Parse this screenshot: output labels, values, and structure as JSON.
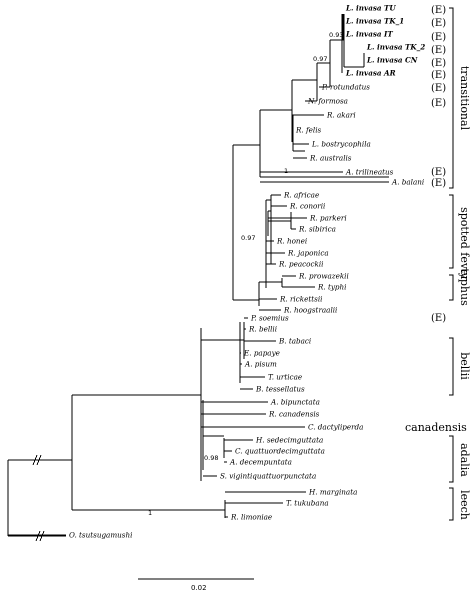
{
  "tree": {
    "taxa": [
      "L. invasa TU",
      "L. invasa TK_1",
      "L. invasa IT",
      "L. invasa TK_2",
      "L. invasa CN",
      "L. invasa AR",
      "P. rotundatus",
      "N. formosa",
      "R. akari",
      "R. felis",
      "L. bostrycophila",
      "R. australis",
      "A. trilineatus",
      "A. balani",
      "R. africae",
      "R. conorii",
      "R. parkeri",
      "R. sibirica",
      "R. honei",
      "R. japonica",
      "R. peacockii",
      "R. prowazekii",
      "R. typhi",
      "R. rickettsii",
      "R. hoogstraalii",
      "P. soemius",
      "R. bellii",
      "B. tabaci",
      "E. papaye",
      "A. pisum",
      "T. urticae",
      "B. tessellatus",
      "A. bipunctata",
      "R. canadensis",
      "C. dactyliperda",
      "H. sedecimguttata",
      "C. quattuordecimguttata",
      "A. decempuntata",
      "S. vigintiquattuorpunctata",
      "H. marginata",
      "T. tukubana",
      "R. limoniae",
      "O. tsutsugamushi"
    ],
    "support_values": [
      "0.93",
      "0.97",
      "1",
      "0.97",
      "0.98",
      "1"
    ],
    "endosymbiont_mark": "(E)",
    "groups": [
      "transitional",
      "spotted fever",
      "typhus",
      "bellii",
      "canadensis",
      "adalia",
      "leech"
    ],
    "scale_bar_label": "0.02"
  }
}
